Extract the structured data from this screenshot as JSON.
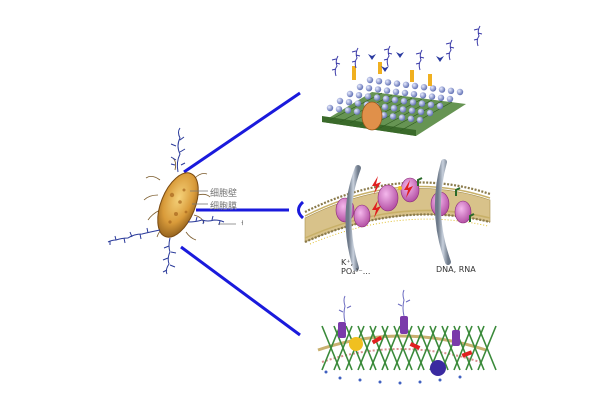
{
  "labels": {
    "cell_wall": "细胞壁",
    "cell_membrane": "细胞膜",
    "third_label": "ᅥ",
    "ions": "K⁺,\nPO₄³⁻...",
    "nucleic": "DNA, RNA"
  },
  "colors": {
    "connector_line": "#1a1adc",
    "bacterium_body": "#d99b3a",
    "flagella": "#2a3a9a",
    "membrane_pink": "#e07ad0",
    "grey_channel": "#8d98a8",
    "sugar_chain": "#4a4aa8",
    "wall_green": "#3a8a3a",
    "protein_purple": "#7a3aaa",
    "red_signal": "#e02020",
    "yellow_particle": "#f0c020"
  },
  "icons": [
    "bacterium-icon",
    "peptidoglycan-layer-icon",
    "phospholipid-membrane-icon",
    "ion-channel-icon",
    "cell-wall-mesh-icon"
  ]
}
